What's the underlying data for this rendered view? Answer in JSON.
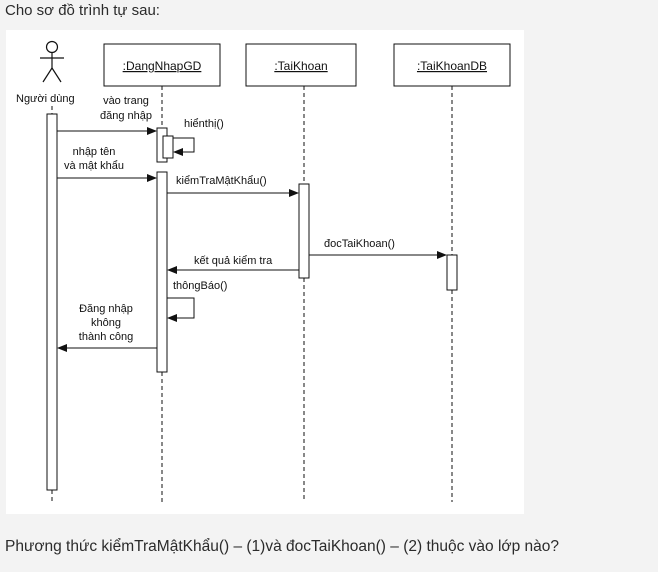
{
  "intro": "Cho sơ đồ trình tự sau:",
  "question": "Phương thức kiểmTraMậtKhẩu() – (1)và đocTaiKhoan() – (2) thuộc vào lớp nào?",
  "diagram": {
    "actor": "Người dùng",
    "objects": [
      ":DangNhapGD",
      ":TaiKhoan",
      ":TaiKhoanDB"
    ],
    "messages": {
      "m1": [
        "vào trang",
        "đăng nhập"
      ],
      "m2": "hiểnthị()",
      "m3": [
        "nhập tên",
        "và mật khẩu"
      ],
      "m4": "kiểmTraMậtKhẩu()",
      "m5": "đocTaiKhoan()",
      "m6": "kết quả kiểm tra",
      "m7": "thôngBáo()",
      "m8": [
        "Đăng nhập",
        "không",
        "thành công"
      ]
    }
  }
}
